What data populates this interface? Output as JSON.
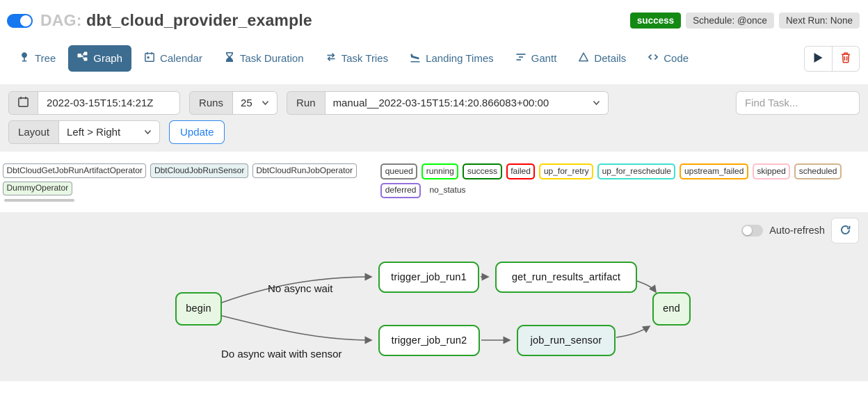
{
  "colors": {
    "toggle_blue": "#1677f0",
    "success_green": "#148a14",
    "active_tab": "#3c6c90",
    "edge_gray": "#666666"
  },
  "header": {
    "dag_prefix": "DAG:",
    "dag_title": "dbt_cloud_provider_example",
    "status_badge": "success",
    "schedule_badge": "Schedule: @once",
    "next_run_badge": "Next Run: None"
  },
  "tabs": [
    {
      "label": "Tree",
      "icon": "tree-icon"
    },
    {
      "label": "Graph",
      "icon": "graph-icon",
      "active": true
    },
    {
      "label": "Calendar",
      "icon": "calendar-icon"
    },
    {
      "label": "Task Duration",
      "icon": "hourglass-icon"
    },
    {
      "label": "Task Tries",
      "icon": "repeat-icon"
    },
    {
      "label": "Landing Times",
      "icon": "plane-landing-icon"
    },
    {
      "label": "Gantt",
      "icon": "gantt-icon"
    },
    {
      "label": "Details",
      "icon": "triangle-icon"
    },
    {
      "label": "Code",
      "icon": "code-icon"
    }
  ],
  "filters": {
    "base_date_value": "2022-03-15T15:14:21Z",
    "runs_label": "Runs",
    "runs_value": "25",
    "run_label": "Run",
    "run_value": "manual__2022-03-15T15:14:20.866083+00:00",
    "find_task_placeholder": "Find Task...",
    "layout_label": "Layout",
    "layout_value": "Left > Right",
    "update_label": "Update"
  },
  "legend": {
    "operators": [
      {
        "label": "DbtCloudGetJobRunArtifactOperator",
        "bg": "#ffffff"
      },
      {
        "label": "DbtCloudJobRunSensor",
        "bg": "#e6f1f2"
      },
      {
        "label": "DbtCloudRunJobOperator",
        "bg": "#ffffff"
      },
      {
        "label": "DummyOperator",
        "bg": "#e8f7e4"
      }
    ],
    "statuses": [
      {
        "label": "queued",
        "border": "#808080"
      },
      {
        "label": "running",
        "border": "#00ff00"
      },
      {
        "label": "success",
        "border": "#008000"
      },
      {
        "label": "failed",
        "border": "#ff0000"
      },
      {
        "label": "up_for_retry",
        "border": "#ffd700"
      },
      {
        "label": "up_for_reschedule",
        "border": "#40e0d0"
      },
      {
        "label": "upstream_failed",
        "border": "#ffa500"
      },
      {
        "label": "skipped",
        "border": "#ffc0cb"
      },
      {
        "label": "scheduled",
        "border": "#d2b48c"
      },
      {
        "label": "deferred",
        "border": "#9370db"
      },
      {
        "label": "no_status",
        "border": "transparent"
      }
    ]
  },
  "graph": {
    "auto_refresh_label": "Auto-refresh",
    "nodes": [
      {
        "label": "begin",
        "fill": "#e8f7e4",
        "border": "#2aa22a"
      },
      {
        "label": "trigger_job_run1",
        "fill": "#ffffff",
        "border": "#2aa22a"
      },
      {
        "label": "get_run_results_artifact",
        "fill": "#ffffff",
        "border": "#2aa22a"
      },
      {
        "label": "trigger_job_run2",
        "fill": "#ffffff",
        "border": "#2aa22a"
      },
      {
        "label": "job_run_sensor",
        "fill": "#e6f1f2",
        "border": "#2aa22a"
      },
      {
        "label": "end",
        "fill": "#e8f7e4",
        "border": "#2aa22a"
      }
    ],
    "edge_labels": [
      {
        "text": "No async wait"
      },
      {
        "text": "Do async wait with sensor"
      }
    ]
  }
}
